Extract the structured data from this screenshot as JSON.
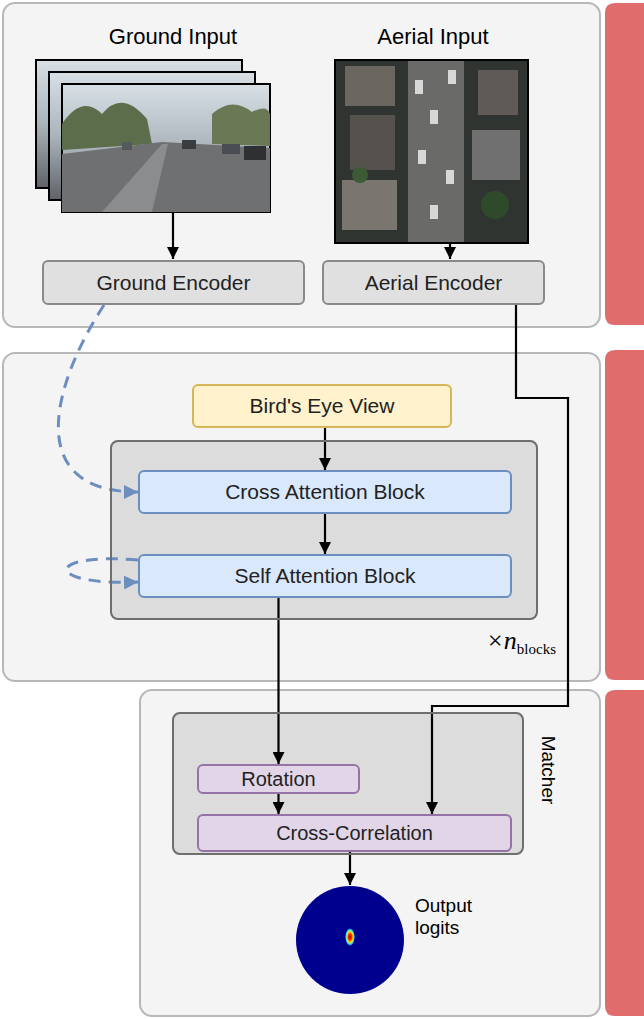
{
  "diagram": {
    "nodes": [
      {
        "text": [
          "Ground Encoder"
        ]
      },
      {
        "text": [
          "Aerial Encoder"
        ]
      },
      {
        "text": [
          "Bird's Eye View"
        ]
      },
      {
        "text": [
          "×n",
          "blocks"
        ]
      },
      {
        "text": [
          "Cross Attention Block"
        ],
        "in": 3
      },
      {
        "text": [
          "Self Attention Block"
        ],
        "in": 3
      },
      {
        "text": [
          "Matcher"
        ]
      },
      {
        "text": [
          "Rotation"
        ],
        "in": 6
      },
      {
        "text": [
          "Cross-Correlation"
        ],
        "in": 6
      },
      {
        "text": [
          "Output logits"
        ]
      }
    ],
    "edges": [
      {
        "from": 0,
        "to": 4,
        "arrow": "to"
      },
      {
        "from": 2,
        "to": 4,
        "arrow": "to"
      },
      {
        "from": 4,
        "to": 5,
        "arrow": "to"
      },
      {
        "from": 5,
        "to": 5,
        "arrow": "to"
      },
      {
        "from": 5,
        "to": 7,
        "arrow": "to"
      },
      {
        "from": 1,
        "to": 8,
        "arrow": "to"
      },
      {
        "from": 7,
        "to": 8,
        "arrow": "to"
      },
      {
        "from": 8,
        "to": 9,
        "arrow": "to"
      }
    ],
    "labels": [
      "Ground Input",
      "Aerial Input"
    ]
  }
}
